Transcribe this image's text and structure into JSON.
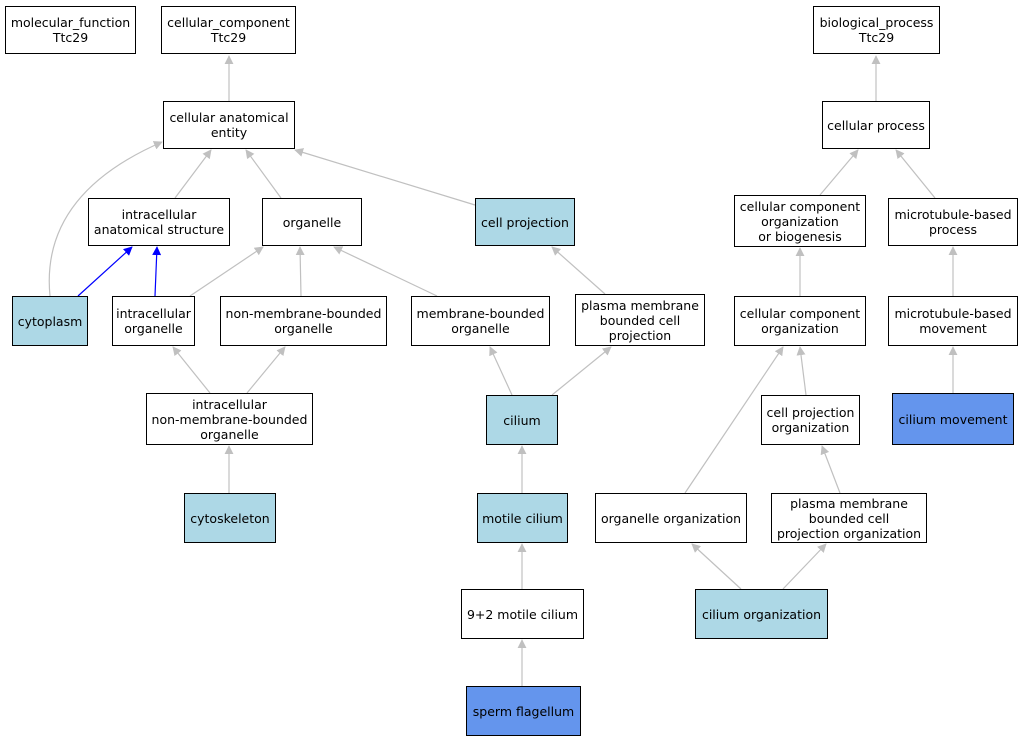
{
  "colors": {
    "plain": "#ffffff",
    "highlight": "#add8e6",
    "focus": "#6495ed",
    "edge_gray": "#c0c0c0",
    "edge_blue": "#0000ff"
  },
  "nodes": {
    "mf_root": {
      "label": "molecular_function\nTtc29",
      "fill": "plain"
    },
    "cc_root": {
      "label": "cellular_component\nTtc29",
      "fill": "plain"
    },
    "bp_root": {
      "label": "biological_process\nTtc29",
      "fill": "plain"
    },
    "cae": {
      "label": "cellular anatomical\nentity",
      "fill": "plain"
    },
    "cp": {
      "label": "cellular process",
      "fill": "plain"
    },
    "ias": {
      "label": "intracellular\nanatomical structure",
      "fill": "plain"
    },
    "org": {
      "label": "organelle",
      "fill": "plain"
    },
    "cproj": {
      "label": "cell projection",
      "fill": "highlight"
    },
    "ccob": {
      "label": "cellular component\norganization\nor biogenesis",
      "fill": "plain"
    },
    "mbp": {
      "label": "microtubule-based\nprocess",
      "fill": "plain"
    },
    "cyto": {
      "label": "cytoplasm",
      "fill": "highlight"
    },
    "io": {
      "label": "intracellular\norganelle",
      "fill": "plain"
    },
    "nmbo": {
      "label": "non-membrane-bounded\norganelle",
      "fill": "plain"
    },
    "mbo": {
      "label": "membrane-bounded\norganelle",
      "fill": "plain"
    },
    "pmbcp": {
      "label": "plasma membrane\nbounded cell\nprojection",
      "fill": "plain"
    },
    "cco": {
      "label": "cellular component\norganization",
      "fill": "plain"
    },
    "mbm": {
      "label": "microtubule-based\nmovement",
      "fill": "plain"
    },
    "inmbo": {
      "label": "intracellular\nnon-membrane-bounded\norganelle",
      "fill": "plain"
    },
    "cilium": {
      "label": "cilium",
      "fill": "highlight"
    },
    "cpo": {
      "label": "cell projection\norganization",
      "fill": "plain"
    },
    "cmove": {
      "label": "cilium movement",
      "fill": "focus"
    },
    "cytosk": {
      "label": "cytoskeleton",
      "fill": "highlight"
    },
    "motile": {
      "label": "motile cilium",
      "fill": "highlight"
    },
    "orgorg": {
      "label": "organelle organization",
      "fill": "plain"
    },
    "pmbcpo": {
      "label": "plasma membrane\nbounded cell\nprojection organization",
      "fill": "plain"
    },
    "m92": {
      "label": "9+2 motile cilium",
      "fill": "plain"
    },
    "ciliumorg": {
      "label": "cilium organization",
      "fill": "highlight"
    },
    "sperm": {
      "label": "sperm flagellum",
      "fill": "focus"
    }
  },
  "edges": [
    {
      "from": "cae",
      "to": "cc_root",
      "color": "edge_gray"
    },
    {
      "from": "cp",
      "to": "bp_root",
      "color": "edge_gray"
    },
    {
      "from": "ias",
      "to": "cae",
      "color": "edge_gray"
    },
    {
      "from": "org",
      "to": "cae",
      "color": "edge_gray"
    },
    {
      "from": "cproj",
      "to": "cae",
      "color": "edge_gray"
    },
    {
      "from": "cyto",
      "to": "cae",
      "color": "edge_gray"
    },
    {
      "from": "ccob",
      "to": "cp",
      "color": "edge_gray"
    },
    {
      "from": "mbp",
      "to": "cp",
      "color": "edge_gray"
    },
    {
      "from": "cyto",
      "to": "ias",
      "color": "edge_blue"
    },
    {
      "from": "io",
      "to": "ias",
      "color": "edge_blue"
    },
    {
      "from": "io",
      "to": "org",
      "color": "edge_gray"
    },
    {
      "from": "nmbo",
      "to": "org",
      "color": "edge_gray"
    },
    {
      "from": "mbo",
      "to": "org",
      "color": "edge_gray"
    },
    {
      "from": "pmbcp",
      "to": "cproj",
      "color": "edge_gray"
    },
    {
      "from": "cco",
      "to": "ccob",
      "color": "edge_gray"
    },
    {
      "from": "mbm",
      "to": "mbp",
      "color": "edge_gray"
    },
    {
      "from": "inmbo",
      "to": "io",
      "color": "edge_gray"
    },
    {
      "from": "inmbo",
      "to": "nmbo",
      "color": "edge_gray"
    },
    {
      "from": "cilium",
      "to": "mbo",
      "color": "edge_gray"
    },
    {
      "from": "cilium",
      "to": "pmbcp",
      "color": "edge_gray"
    },
    {
      "from": "cpo",
      "to": "cco",
      "color": "edge_gray"
    },
    {
      "from": "orgorg",
      "to": "cco",
      "color": "edge_gray"
    },
    {
      "from": "cmove",
      "to": "mbm",
      "color": "edge_gray"
    },
    {
      "from": "cytosk",
      "to": "inmbo",
      "color": "edge_gray"
    },
    {
      "from": "motile",
      "to": "cilium",
      "color": "edge_gray"
    },
    {
      "from": "pmbcpo",
      "to": "cpo",
      "color": "edge_gray"
    },
    {
      "from": "m92",
      "to": "motile",
      "color": "edge_gray"
    },
    {
      "from": "ciliumorg",
      "to": "orgorg",
      "color": "edge_gray"
    },
    {
      "from": "ciliumorg",
      "to": "pmbcpo",
      "color": "edge_gray"
    },
    {
      "from": "sperm",
      "to": "m92",
      "color": "edge_gray"
    }
  ]
}
